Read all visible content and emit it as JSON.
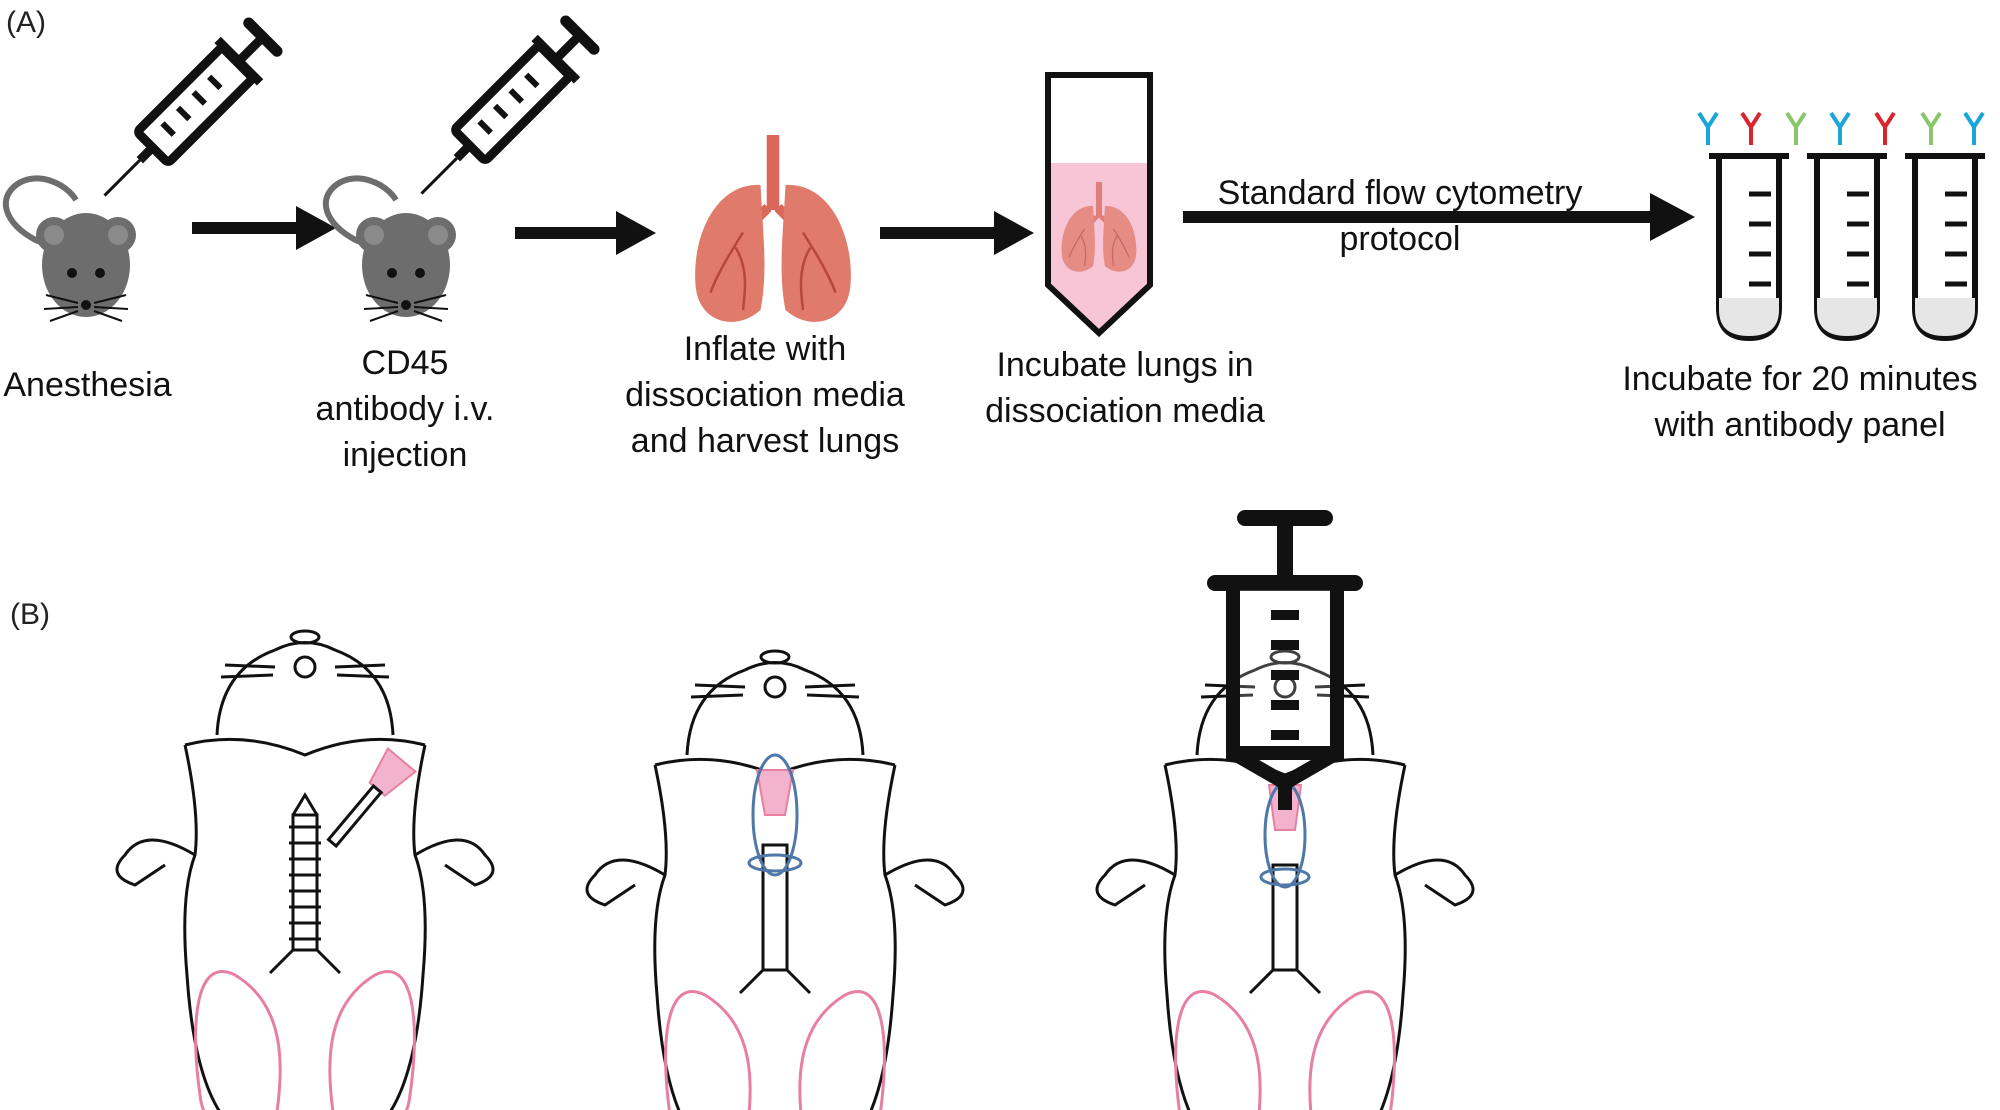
{
  "panel_a": {
    "label": "(A)",
    "steps": [
      {
        "caption": "Anesthesia"
      },
      {
        "caption": "CD45 antibody i.v. injection",
        "lines": [
          "CD45",
          "antibody i.v.",
          "injection"
        ]
      },
      {
        "caption": "Inflate with dissociation media and harvest lungs",
        "lines": [
          "Inflate with",
          "dissociation media",
          "and harvest lungs"
        ]
      },
      {
        "caption": "Incubate lungs in dissociation media",
        "lines": [
          "Incubate lungs in",
          "dissociation media"
        ]
      },
      {
        "caption": "Incubate for 20 minutes with antibody panel",
        "lines": [
          "Incubate for 20 minutes",
          "with antibody panel"
        ]
      }
    ],
    "arrow_label_lines": [
      "Standard flow cytometry",
      "protocol"
    ]
  },
  "panel_b": {
    "label": "(B)"
  },
  "colors": {
    "ink": "#111111",
    "mouse_gray": "#6d6d6d",
    "lung_pink": "#e77fa0",
    "tube_fill": "#f7c5d6",
    "lung_red": "#d9675a",
    "suture_blue": "#4f78a8",
    "antibody_blue": "#1aa6d9",
    "antibody_red": "#d8262e",
    "antibody_green": "#8cc66a"
  },
  "icons": [
    "syringe-icon",
    "mouse-icon",
    "lungs-icon",
    "conical-tube-icon",
    "flow-tube-icon",
    "antibody-icon"
  ]
}
